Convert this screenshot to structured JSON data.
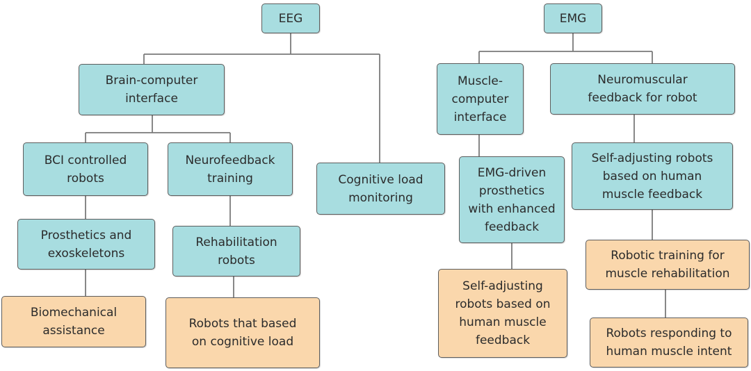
{
  "colors": {
    "teal_box": "#a8dde0",
    "orange_box": "#fad7ac",
    "border": "#5c5c5c",
    "line": "#7a7a7a"
  },
  "eeg": {
    "root": "EEG",
    "bci": "Brain-computer\ninterface",
    "bci_robots": "BCI controlled\nrobots",
    "neurofeedback": "Neurofeedback\ntraining",
    "cognitive_monitoring": "Cognitive load\nmonitoring",
    "prosthetics": "Prosthetics and\nexoskeletons",
    "rehab_robots": "Rehabilitation\nrobots",
    "biomechanical": "Biomechanical\nassistance",
    "cognitive_robots": "Robots that based\non cognitive load"
  },
  "emg": {
    "root": "EMG",
    "mci": "Muscle-\ncomputer\ninterface",
    "neuromuscular": "Neuromuscular\nfeedback for robot",
    "emg_prosthetics": "EMG-driven\nprosthetics\nwith enhanced\nfeedback",
    "self_adjusting_teal": "Self-adjusting robots\nbased on human\nmuscle feedback",
    "self_adjusting_orange": "Self-adjusting\nrobots based on\nhuman muscle\nfeedback",
    "robotic_training": "Robotic training for\nmuscle rehabilitation",
    "muscle_intent": "Robots responding to\nhuman muscle intent"
  }
}
